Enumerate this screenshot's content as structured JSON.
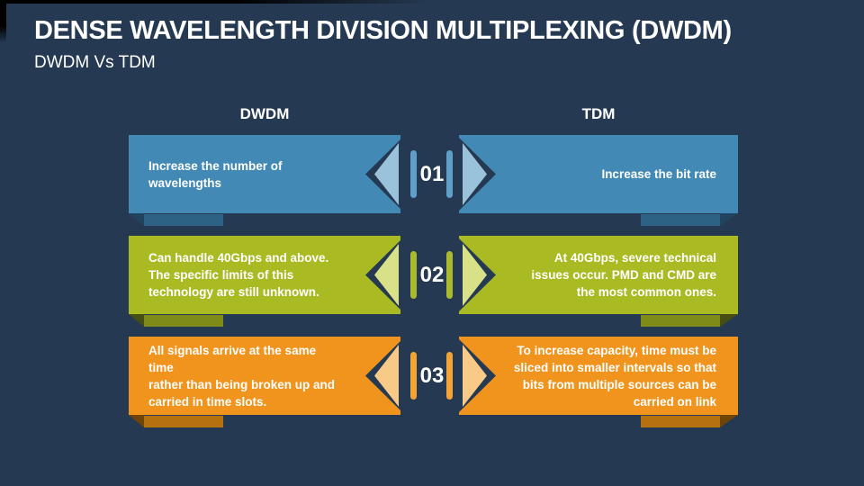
{
  "slide": {
    "title": "DENSE WAVELENGTH DIVISION MULTIPLEXING (DWDM)",
    "subtitle": "DWDM Vs TDM",
    "background_color": "#253a52",
    "text_color": "#ffffff"
  },
  "columns": {
    "left_header": "DWDM",
    "right_header": "TDM"
  },
  "rows": [
    {
      "number": "01",
      "left": {
        "text": "Increase the number of wavelengths"
      },
      "right": {
        "text": "Increase the bit rate"
      },
      "colors": {
        "banner": "#4289b5",
        "light_triangle": "#9bc2db",
        "bar": "#5e9ec9",
        "shadow": "#2e6285",
        "fold": "#20445f"
      }
    },
    {
      "number": "02",
      "left": {
        "text": "Can handle 40Gbps and above.\nThe specific limits of this\ntechnology are still unknown."
      },
      "right": {
        "text": "At 40Gbps, severe technical\nissues occur. PMD and CMD are\nthe most common ones."
      },
      "colors": {
        "banner": "#a9ba23",
        "light_triangle": "#d8e187",
        "bar": "#aaba2d",
        "shadow": "#7e8b19",
        "fold": "#464e15"
      }
    },
    {
      "number": "03",
      "left": {
        "text": "All signals arrive at the same time\nrather than being broken up and\ncarried in time slots."
      },
      "right": {
        "text": "To increase capacity, time must be\nsliced into smaller intervals so that\nbits from multiple sources can be\ncarried on link"
      },
      "colors": {
        "banner": "#f0941d",
        "light_triangle": "#f9c988",
        "bar": "#f4a335",
        "shadow": "#b5700f",
        "fold": "#6e4409"
      }
    }
  ]
}
